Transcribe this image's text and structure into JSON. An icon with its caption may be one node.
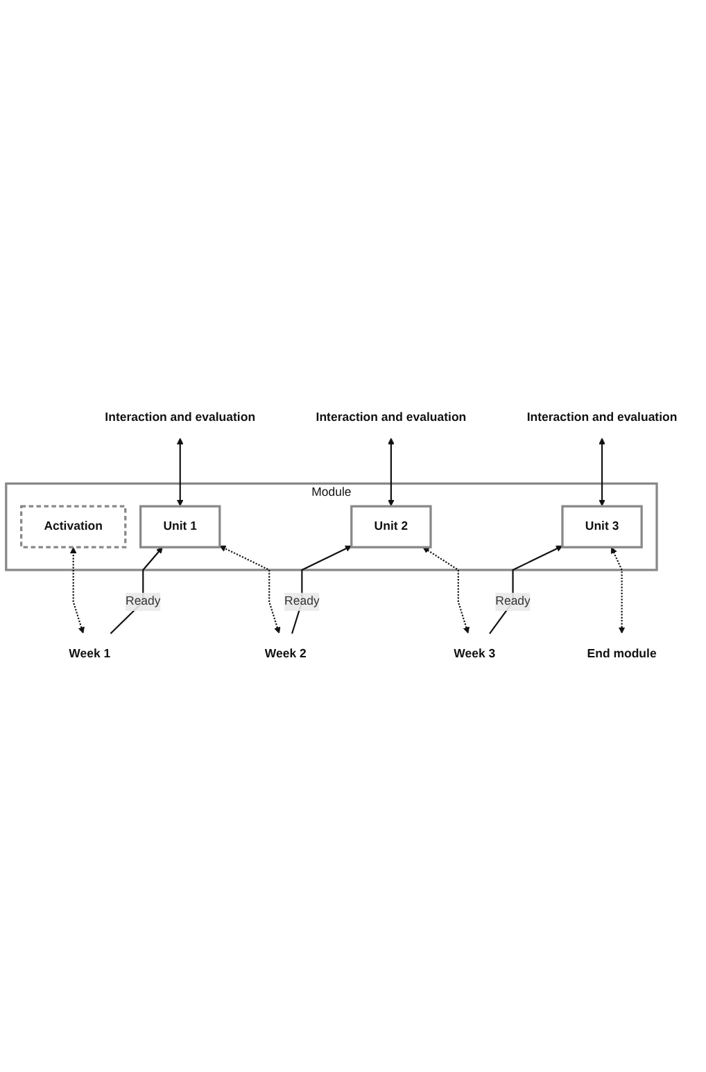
{
  "diagram": {
    "nodes": [
      {
        "text": [
          "Interaction and evaluation"
        ]
      },
      {
        "text": [
          "Interaction and evaluation"
        ]
      },
      {
        "text": [
          "Interaction and evaluation"
        ]
      },
      {
        "text": [
          "Module"
        ]
      },
      {
        "text": [
          "Activation"
        ],
        "in": 3
      },
      {
        "text": [
          "Unit 1"
        ],
        "in": 3
      },
      {
        "text": [
          "Unit 2"
        ],
        "in": 3
      },
      {
        "text": [
          "Unit 3"
        ],
        "in": 3
      },
      {
        "text": [
          "Week 1"
        ]
      },
      {
        "text": [
          "Week 2"
        ]
      },
      {
        "text": [
          "Week 3"
        ]
      },
      {
        "text": [
          "End module"
        ]
      }
    ],
    "edges": [
      {
        "from": 5,
        "to": 2,
        "arrow": "both"
      },
      {
        "from": 6,
        "to": 1,
        "arrow": "both"
      },
      {
        "from": 7,
        "to": 0,
        "arrow": "both"
      },
      {
        "from": 8,
        "to": 4,
        "arrow": "both",
        "style": "dashed"
      },
      {
        "from": 8,
        "to": 5,
        "arrow": "to",
        "label": "Ready"
      },
      {
        "from": 9,
        "to": 5,
        "arrow": "both",
        "style": "dashed"
      },
      {
        "from": 9,
        "to": 6,
        "arrow": "to",
        "label": "Ready"
      },
      {
        "from": 10,
        "to": 6,
        "arrow": "both",
        "style": "dashed"
      },
      {
        "from": 10,
        "to": 7,
        "arrow": "to",
        "label": "Ready"
      },
      {
        "from": 11,
        "to": 7,
        "arrow": "both",
        "style": "dashed"
      }
    ]
  }
}
